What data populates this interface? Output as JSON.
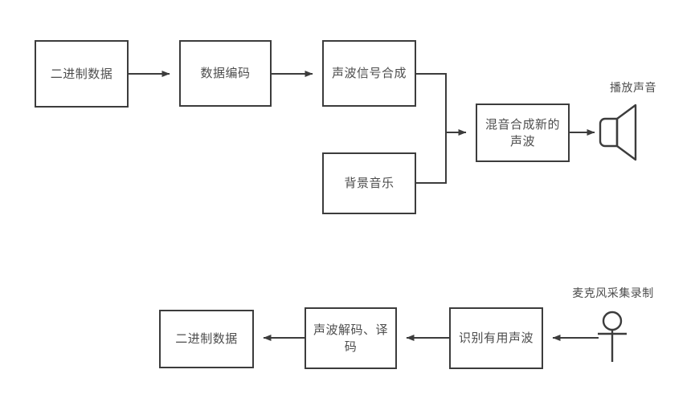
{
  "diagram": {
    "title_text": "",
    "colors": {
      "stroke": "#3c3c3c",
      "text": "#4d4d4d",
      "background": "#ffffff"
    },
    "top_flow": {
      "nodes": [
        {
          "id": "binary-data-out",
          "label": "二进制数据"
        },
        {
          "id": "data-encode",
          "label": "数据编码"
        },
        {
          "id": "wave-signal-synthesis",
          "label": "声波信号合成"
        },
        {
          "id": "background-music",
          "label": "背景音乐"
        },
        {
          "id": "mix-new-wave",
          "label": "混音合成新的声波"
        }
      ],
      "output_label": "播放声音",
      "output_icon": "speaker-icon"
    },
    "bottom_flow": {
      "nodes": [
        {
          "id": "binary-data-in",
          "label": "二进制数据"
        },
        {
          "id": "wave-decode",
          "label": "声波解码、译码"
        },
        {
          "id": "recognize-useful-wave",
          "label": "识别有用声波"
        }
      ],
      "source_label": "麦克风采集录制",
      "source_icon": "actor-person-icon"
    }
  }
}
